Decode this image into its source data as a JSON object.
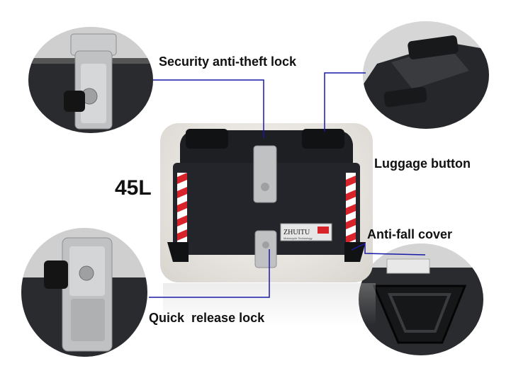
{
  "product": {
    "capacity": "45L",
    "brand_badge": "ZHUITU",
    "brand_badge_sub": "Motorcycle Technology"
  },
  "callouts": {
    "security_lock": "Security anti-theft lock",
    "luggage_button": "Luggage button",
    "anti_fall_cover": "Anti-fall cover",
    "quick_release_lock": "Quick  release lock"
  },
  "colors": {
    "leader_line": "#1a1aa8",
    "box_body": "#1e1f22",
    "reflector_red": "#d8232a",
    "steel": "#bfc1c3"
  }
}
